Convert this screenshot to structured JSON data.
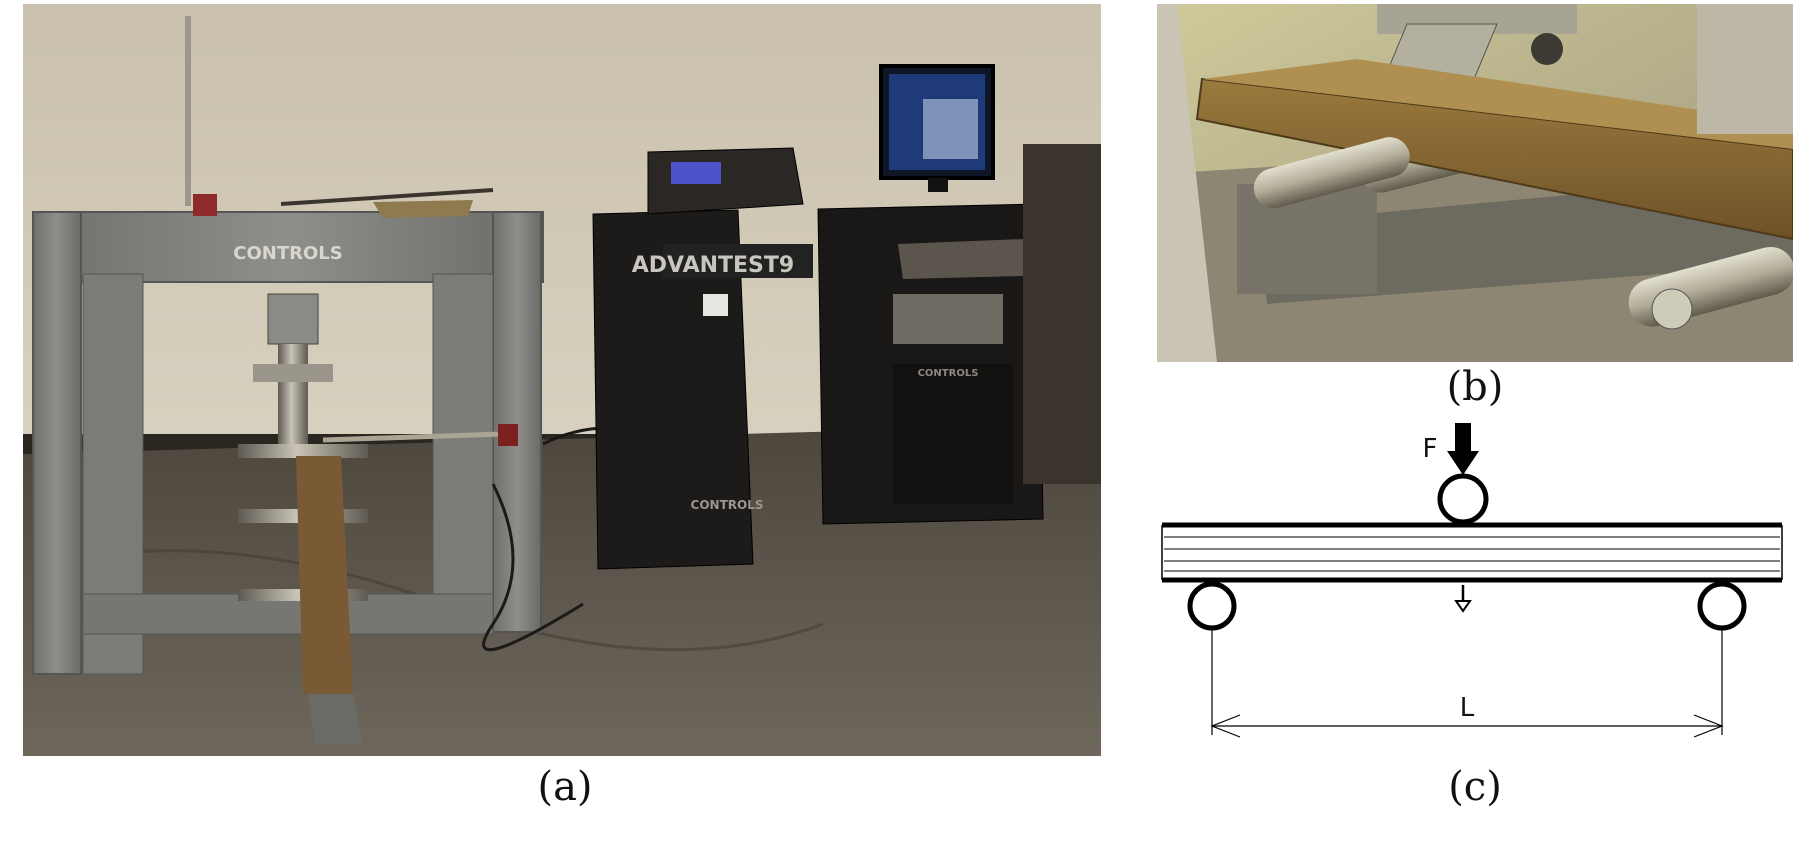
{
  "figure": {
    "panel_a": {
      "caption": "(a)",
      "machine_brand_frame": "CONTROLS",
      "machine_brand_console": "ADVANTEST9",
      "console_logo": "CONTROLS",
      "cabinet_logo": "CONTROLS"
    },
    "panel_b": {
      "caption": "(b)"
    },
    "panel_c": {
      "caption": "(c)",
      "force_label": "F",
      "span_label": "L"
    }
  }
}
